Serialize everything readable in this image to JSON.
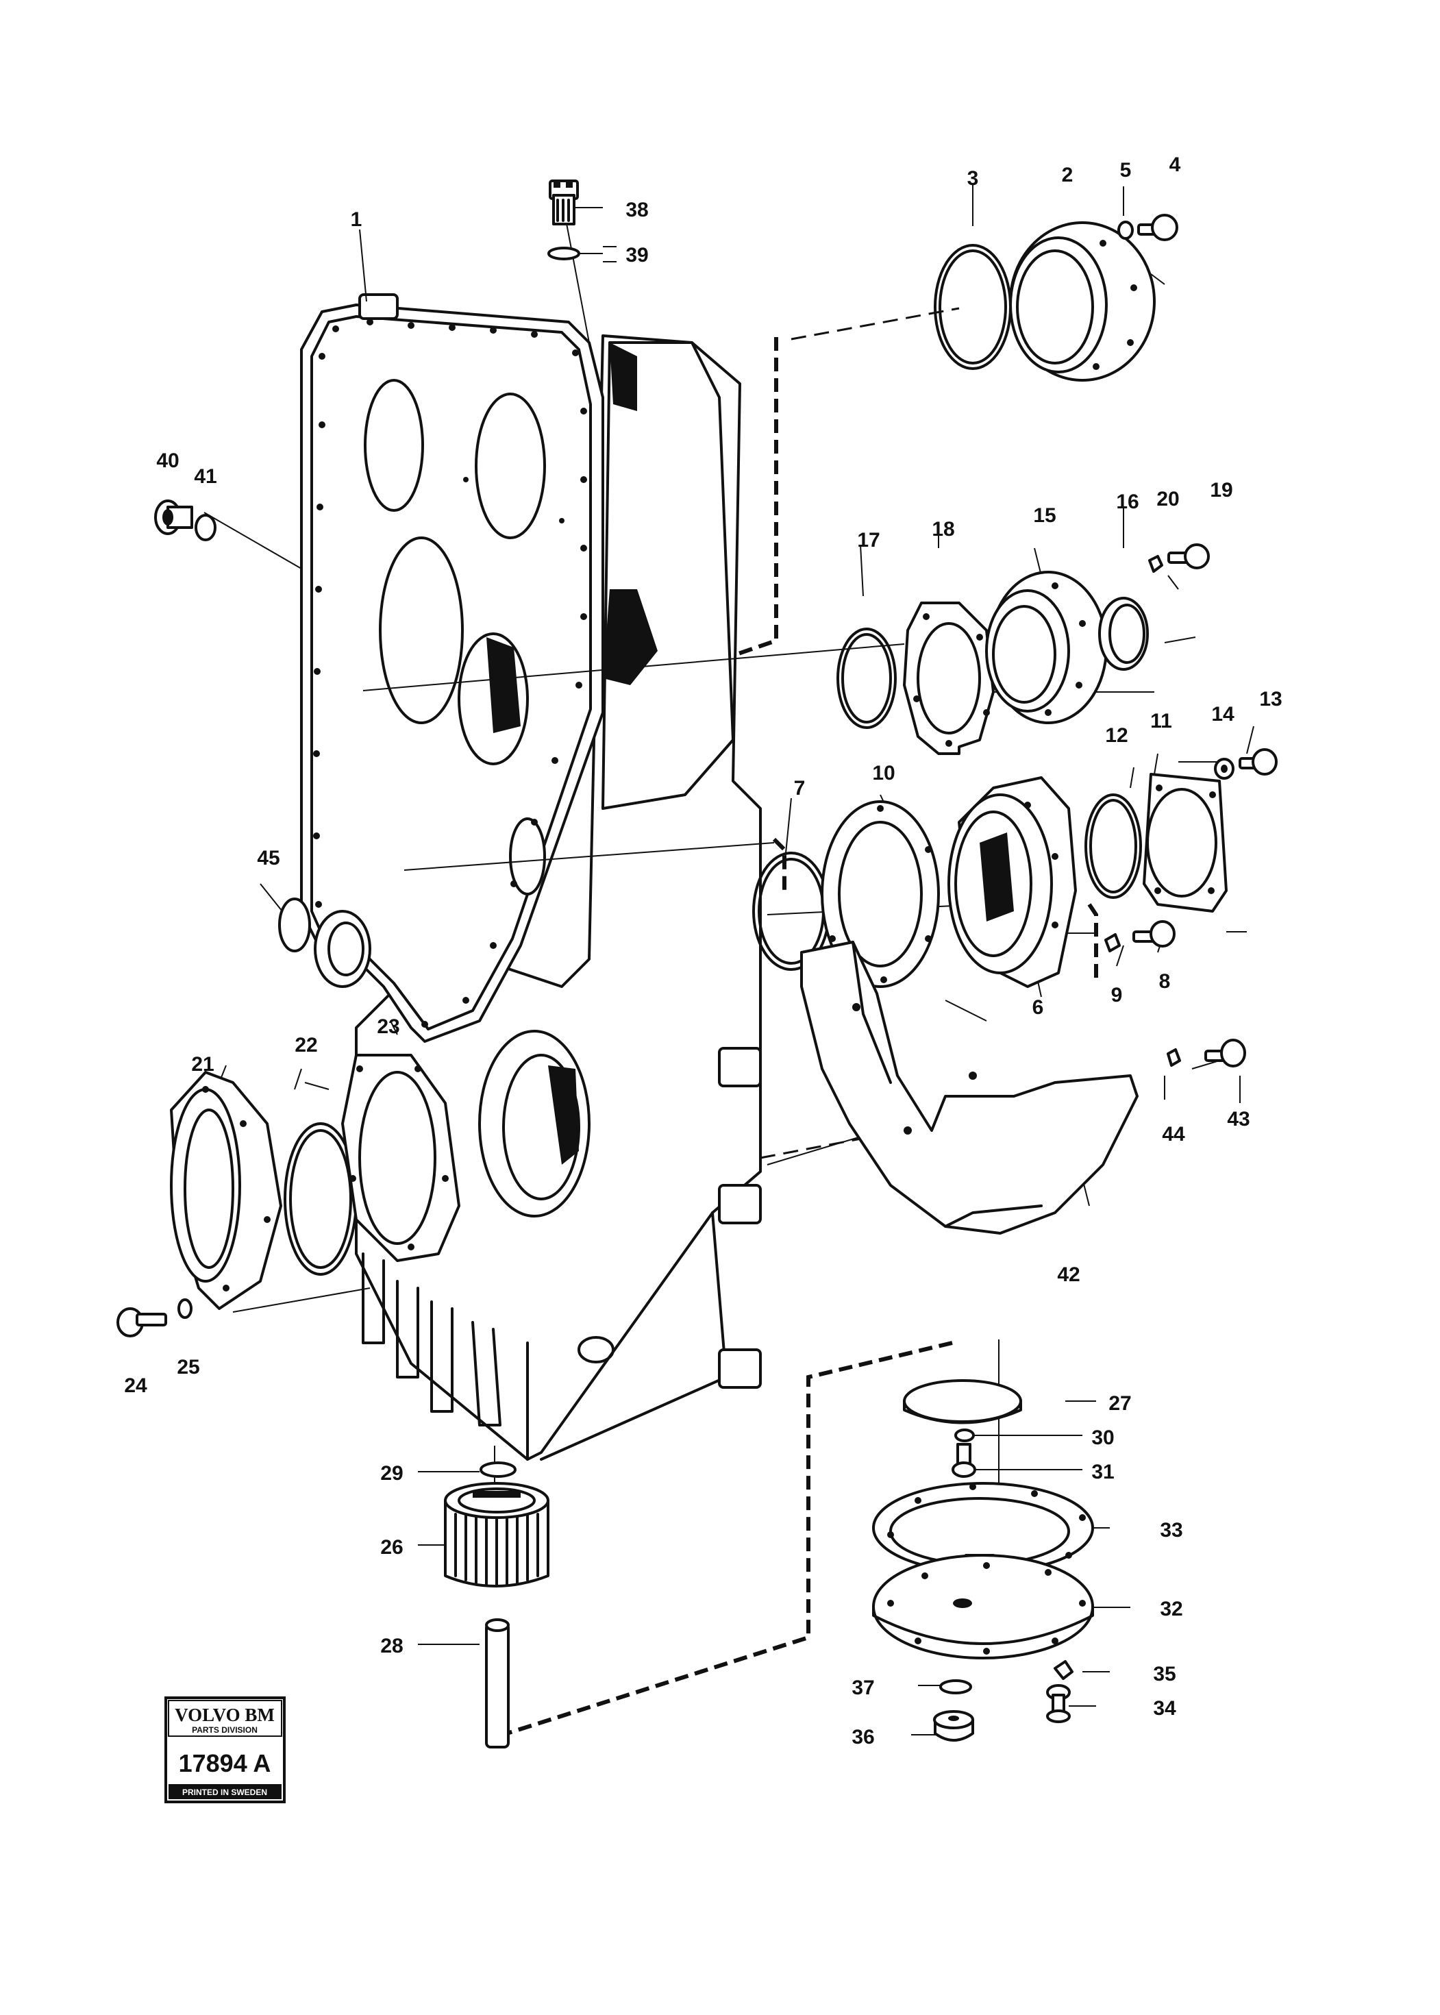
{
  "callouts": {
    "c1": "1",
    "c2": "2",
    "c3": "3",
    "c4": "4",
    "c5": "5",
    "c6": "6",
    "c7": "7",
    "c8": "8",
    "c9": "9",
    "c10": "10",
    "c11": "11",
    "c12": "12",
    "c13": "13",
    "c14": "14",
    "c15": "15",
    "c16": "16",
    "c17": "17",
    "c18": "18",
    "c19": "19",
    "c20": "20",
    "c21": "21",
    "c22": "22",
    "c23": "23",
    "c24": "24",
    "c25": "25",
    "c26": "26",
    "c27": "27",
    "c28": "28",
    "c29": "29",
    "c30": "30",
    "c31": "31",
    "c32": "32",
    "c33": "33",
    "c34": "34",
    "c35": "35",
    "c36": "36",
    "c37": "37",
    "c38": "38",
    "c39": "39",
    "c40": "40",
    "c41": "41",
    "c42": "42",
    "c43": "43",
    "c44": "44",
    "c45": "45"
  },
  "stamp": {
    "brand": "VOLVO BM",
    "division": "PARTS DIVISION",
    "number": "17894 A",
    "printed": "PRINTED IN SWEDEN"
  }
}
